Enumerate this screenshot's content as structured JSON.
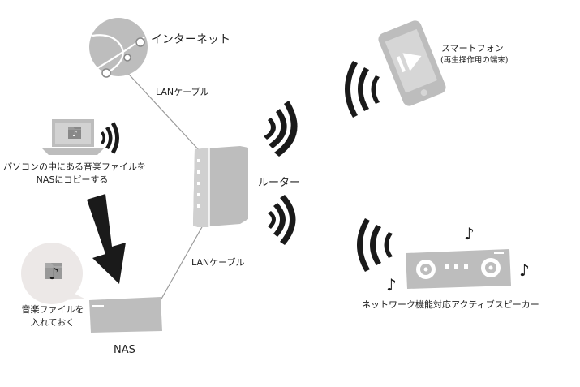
{
  "internet": {
    "label": "インターネット"
  },
  "cables": {
    "top_label": "LANケーブル",
    "bottom_label": "LANケーブル"
  },
  "router": {
    "label": "ルーター"
  },
  "smartphone": {
    "label": "スマートフォン",
    "sublabel": "(再生操作用の端末)"
  },
  "pc": {
    "line1": "パソコンの中にある音楽ファイルを",
    "line2": "NASにコピーする"
  },
  "nas": {
    "label": "NAS",
    "bubble_line1": "音楽ファイルを",
    "bubble_line2": "入れておく"
  },
  "speaker": {
    "label": "ネットワーク機能対応アクティブスピーカー"
  },
  "colors": {
    "device_gray": "#bdbdbd",
    "dark": "#1a1a1a",
    "line": "#9a9a9a",
    "bubble": "#ece8e7"
  }
}
